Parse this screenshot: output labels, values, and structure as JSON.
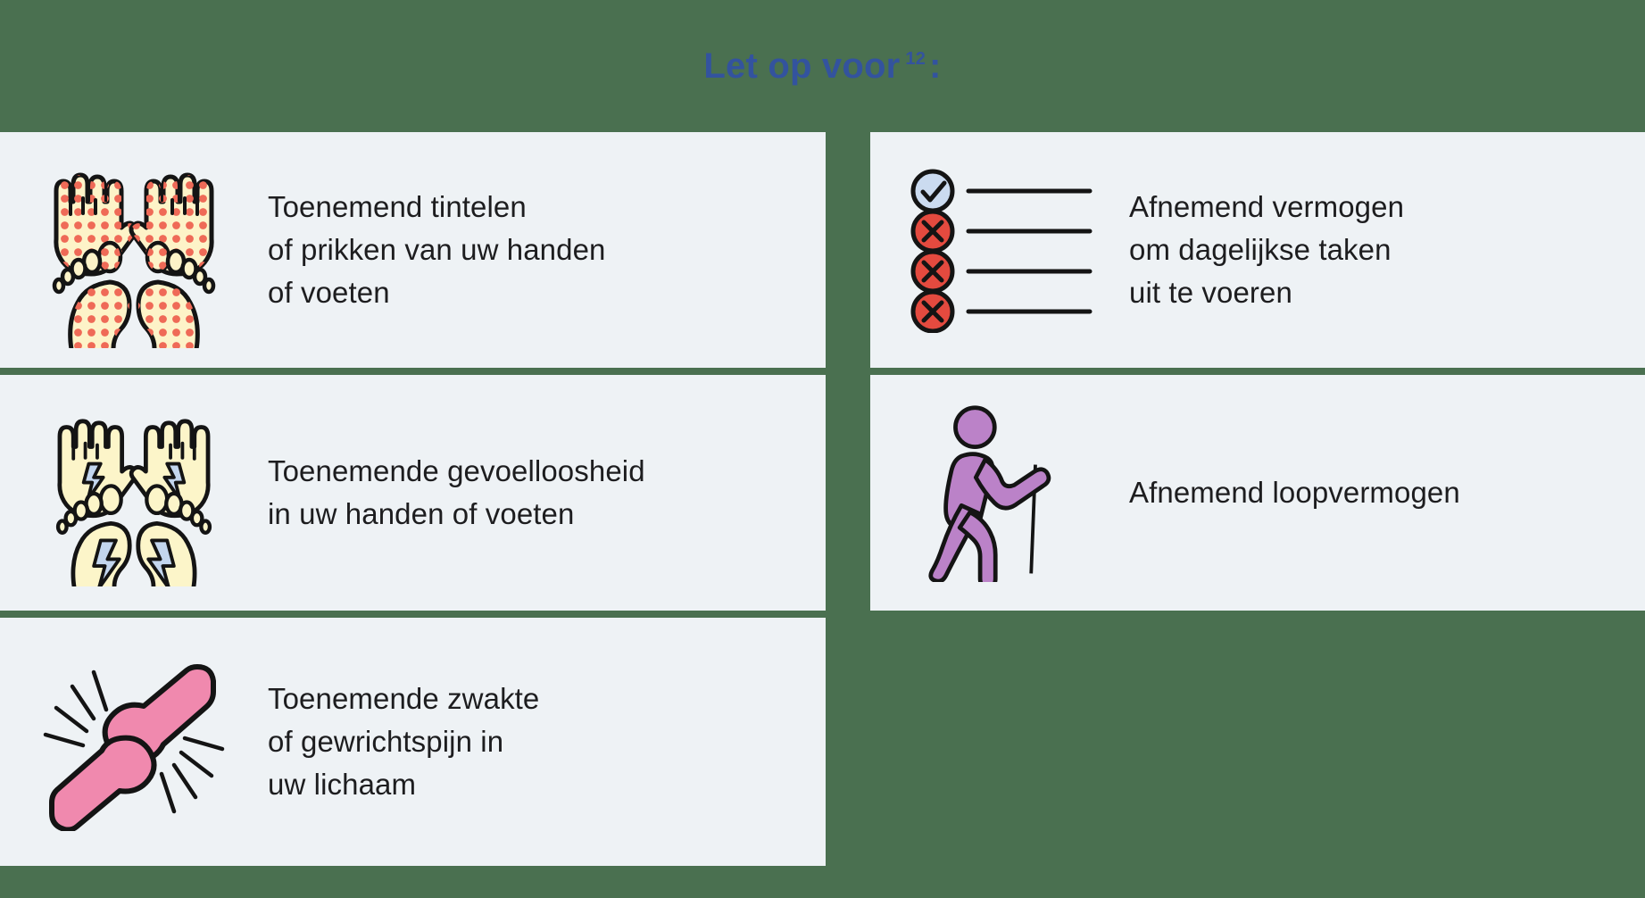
{
  "theme": {
    "background_green": "#4a7050",
    "panel_bg": "#eef2f5",
    "gutter_white": "#ffffff",
    "title_blue": "#33539e",
    "text_dark": "#1d1d1f",
    "dot_red": "#ef6a57",
    "cream": "#fdf3c8",
    "pale_yellow": "#fcf5c9",
    "bolt_blue": "#c3d6ee",
    "joint_pink": "#f089ae",
    "walker_purple": "#bb82c8",
    "check_fill": "#cbdbf0",
    "cross_fill": "#e44a3f",
    "outline": "#141414"
  },
  "header": {
    "title_text": "Let op voor",
    "superscript": "12",
    "colon": ":"
  },
  "left_column": {
    "panels": [
      {
        "icon": "hands-feet-tingling-icon",
        "lines": [
          "Toenemend tintelen",
          "of prikken van uw handen",
          "of voeten"
        ]
      },
      {
        "icon": "hands-feet-numbness-icon",
        "lines": [
          "Toenemende gevoelloosheid",
          "in uw handen of voeten"
        ]
      },
      {
        "icon": "joint-pain-icon",
        "lines": [
          "Toenemende zwakte",
          "of gewrichtspijn in",
          "uw lichaam"
        ]
      }
    ]
  },
  "right_column": {
    "panels": [
      {
        "icon": "checklist-icon",
        "lines": [
          "Afnemend vermogen",
          "om dagelijkse taken",
          "uit te voeren"
        ]
      },
      {
        "icon": "walking-person-cane-icon",
        "lines": [
          "Afnemend loopvermogen"
        ]
      },
      {
        "icon": "",
        "lines": []
      }
    ]
  }
}
